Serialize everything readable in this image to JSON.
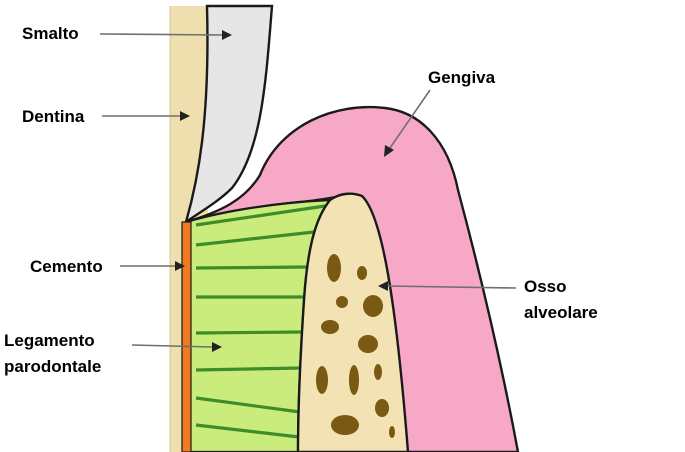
{
  "labels": {
    "smalto": "Smalto",
    "dentina": "Dentina",
    "gengiva": "Gengiva",
    "cemento": "Cemento",
    "osso_line1": "Osso",
    "osso_line2": "alveolare",
    "legamento_line1": "Legamento",
    "legamento_line2": "parodontale"
  },
  "colors": {
    "background": "#ffffff",
    "dentin": "#f0dfae",
    "enamel": "#e6e6e6",
    "gingiva": "#f7a8c6",
    "ligament": "#c9ec7c",
    "ligament_fibers": "#3f8c2a",
    "bone": "#f3e3b4",
    "bone_pores": "#7a5a12",
    "cementum": "#f07a1e",
    "outline": "#1a1a1a"
  }
}
